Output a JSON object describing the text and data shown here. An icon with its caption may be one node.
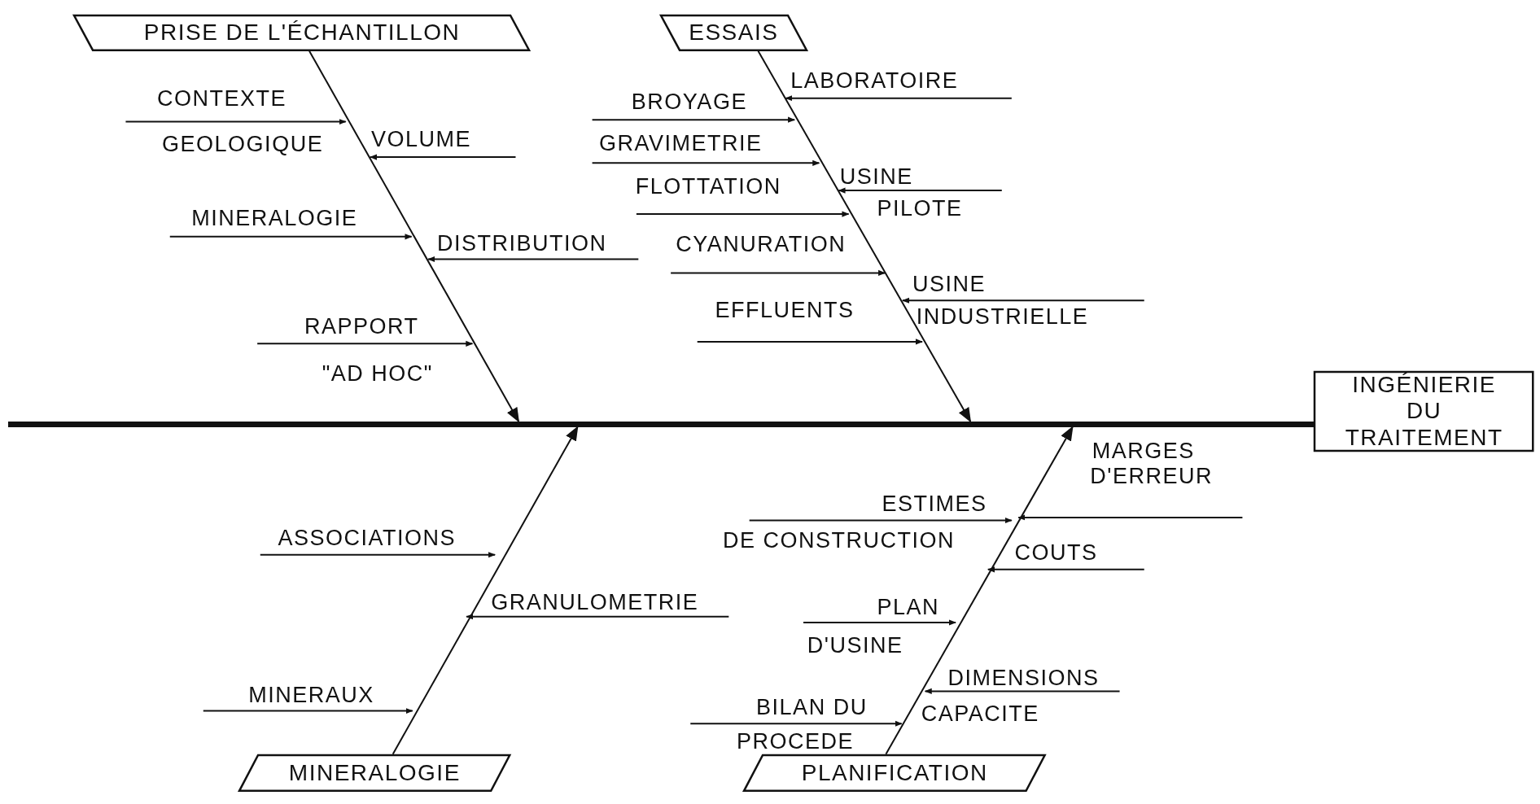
{
  "diagram": {
    "nodes": [
      {
        "text": [
          "PRISE DE L'ÉCHANTILLON"
        ]
      },
      {
        "text": [
          "ESSAIS"
        ]
      },
      {
        "text": [
          "MINERALOGIE"
        ]
      },
      {
        "text": [
          "PLANIFICATION"
        ]
      },
      {
        "text": [
          "INGÉNIERIE DU TRAITEMENT"
        ]
      },
      {
        "text": [],
        "shape": "bar"
      }
    ],
    "edges": [
      {
        "from": 0,
        "to": 5,
        "arrow": "to"
      },
      {
        "from": 1,
        "to": 5,
        "arrow": "to"
      },
      {
        "from": 2,
        "to": 5,
        "arrow": "to"
      },
      {
        "from": 3,
        "to": 5,
        "arrow": "to"
      }
    ],
    "labels": [
      "CONTEXTE",
      "GEOLOGIQUE",
      "VOLUME",
      "MINERALOGIE",
      "DISTRIBUTION",
      "RAPPORT",
      "\"AD HOC\"",
      "LABORATOIRE",
      "BROYAGE",
      "GRAVIMETRIE",
      "FLOTTATION",
      "USINE",
      "PILOTE",
      "CYANURATION",
      "USINE",
      "INDUSTRIELLE",
      "EFFLUENTS",
      "MARGES",
      "D'ERREUR",
      "ESTIMES",
      "DE CONSTRUCTION",
      "COUTS",
      "ASSOCIATIONS",
      "GRANULOMETRIE",
      "PLAN",
      "D'USINE",
      "DIMENSIONS",
      "BILAN DU",
      "CAPACITE",
      "MINERAUX",
      "PROCEDE"
    ]
  }
}
